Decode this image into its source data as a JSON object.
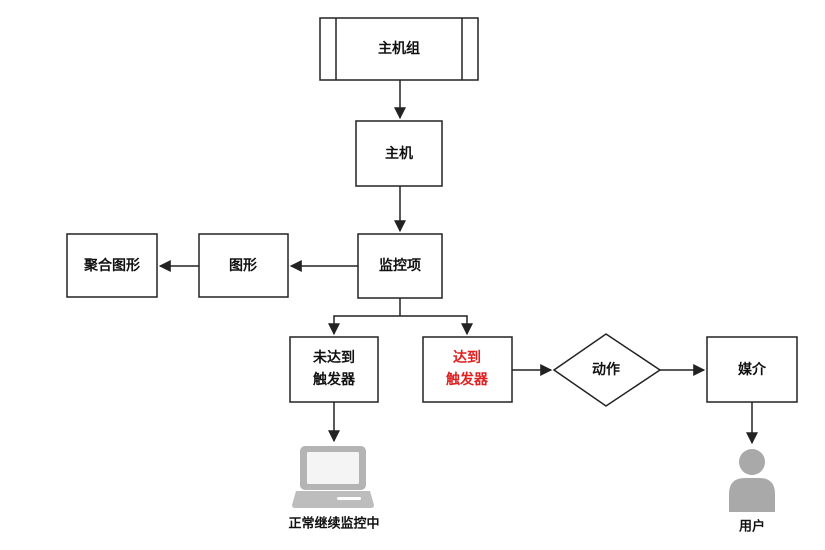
{
  "nodes": {
    "host_group": "主机组",
    "host": "主机",
    "monitor_item": "监控项",
    "graph": "图形",
    "aggregate_graph": "聚合图形",
    "not_triggered_line1": "未达到",
    "not_triggered_line2": "触发器",
    "triggered_line1": "达到",
    "triggered_line2": "触发器",
    "action": "动作",
    "media": "媒介"
  },
  "captions": {
    "normal_monitoring": "正常继续监控中",
    "user": "用户"
  },
  "colors": {
    "stroke": "#222222",
    "highlight": "#e02020",
    "icon_gray": "#a9a9a9"
  },
  "icons": {
    "computer": "monitor-icon",
    "user": "user-icon"
  }
}
